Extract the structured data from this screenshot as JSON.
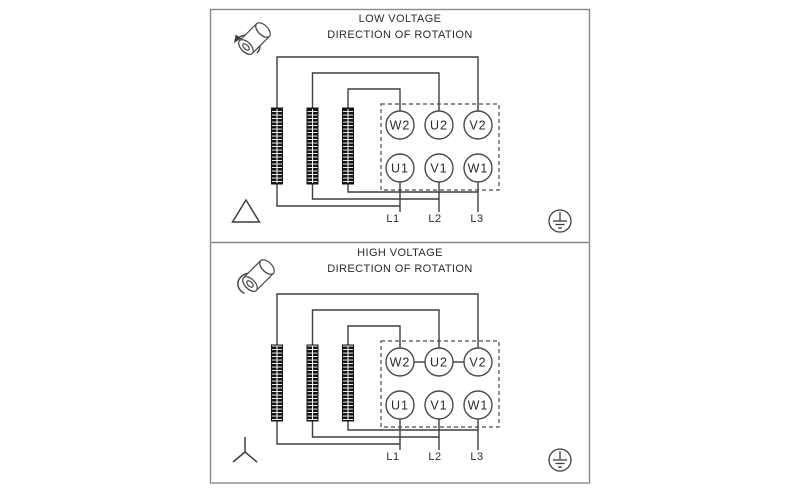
{
  "diagram_type": "motor-terminal-wiring",
  "colors": {
    "line": "#3e3e3e",
    "text": "#2b2b2b",
    "border": "#8a8a8a",
    "busbar": "#141414",
    "background": "#ffffff"
  },
  "panels": [
    {
      "title": "LOW VOLTAGE",
      "subtitle": "DIRECTION OF ROTATION",
      "connection": "delta",
      "terminals_top": [
        "W2",
        "U2",
        "V2"
      ],
      "terminals_bottom": [
        "U1",
        "V1",
        "W1"
      ],
      "supply_lines": [
        "L1",
        "L2",
        "L3"
      ],
      "icons": {
        "rotation": "rotation-arrow-ccw",
        "connection": "delta-symbol",
        "ground": "earth-ground"
      }
    },
    {
      "title": "HIGH VOLTAGE",
      "subtitle": "DIRECTION OF ROTATION",
      "connection": "wye",
      "terminals_top": [
        "W2",
        "U2",
        "V2"
      ],
      "terminals_bottom": [
        "U1",
        "V1",
        "W1"
      ],
      "supply_lines": [
        "L1",
        "L2",
        "L3"
      ],
      "icons": {
        "rotation": "rotation-arrow-cw",
        "connection": "wye-symbol",
        "ground": "earth-ground"
      }
    }
  ]
}
